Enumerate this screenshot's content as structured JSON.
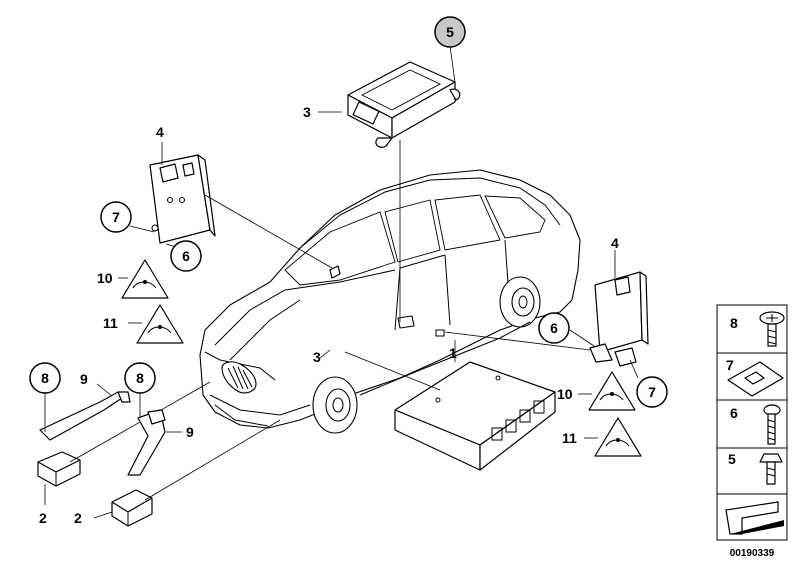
{
  "callouts": {
    "c5_top": "5",
    "c3": "3",
    "c4_left": "4",
    "c7_left": "7",
    "c6_left": "6",
    "c10_left": "10",
    "c11_left": "11",
    "c4_right": "4",
    "c6_right": "6",
    "c7_right": "7",
    "c10_right": "10",
    "c11_right": "11",
    "c1": "1",
    "c3_car": "3",
    "c8_a": "8",
    "c9_a": "9",
    "c8_b": "8",
    "c9_b": "9",
    "c2_a": "2",
    "c2_b": "2"
  },
  "legend": {
    "items": [
      {
        "num": "8",
        "part": "screw-with-washer"
      },
      {
        "num": "7",
        "part": "clip-nut"
      },
      {
        "num": "6",
        "part": "screw"
      },
      {
        "num": "5",
        "part": "hex-bolt"
      }
    ]
  },
  "diagram_code": "00190339",
  "colors": {
    "highlight_circle": "#c8c8c8",
    "line": "#000000",
    "background": "#ffffff"
  }
}
